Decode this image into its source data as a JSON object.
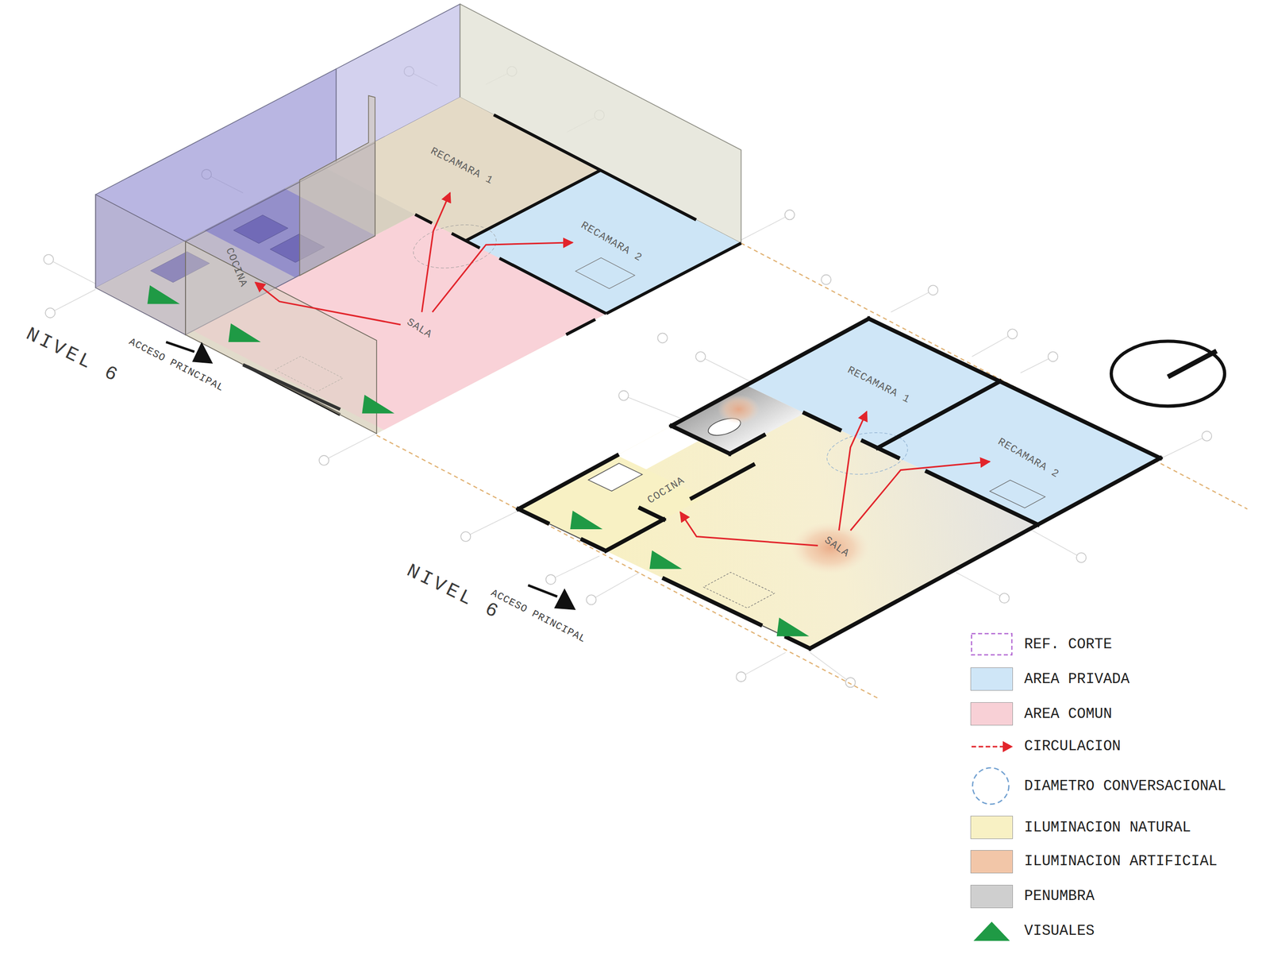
{
  "diagram": {
    "nodes": [
      {
        "text": [
          "RECAMARA 1"
        ]
      },
      {
        "text": [
          "RECAMARA 2"
        ]
      },
      {
        "text": [
          "COCINA"
        ]
      },
      {
        "text": [
          "SALA"
        ]
      },
      {
        "text": [
          "RECAMARA 1"
        ]
      },
      {
        "text": [
          "RECAMARA 2"
        ]
      },
      {
        "text": [
          "COCINA"
        ]
      },
      {
        "text": [
          "SALA"
        ]
      }
    ],
    "edges": [
      {
        "from": 3,
        "to": 2,
        "arrow": "to"
      },
      {
        "from": 3,
        "to": 0,
        "arrow": "to"
      },
      {
        "from": 3,
        "to": 1,
        "arrow": "to"
      },
      {
        "from": 7,
        "to": 6,
        "arrow": "to"
      },
      {
        "from": 7,
        "to": 4,
        "arrow": "to"
      },
      {
        "from": 7,
        "to": 5,
        "arrow": "to"
      }
    ],
    "labels": [
      "NIVEL 6",
      "ACCESO PRINCIPAL",
      "NIVEL 6",
      "ACCESO PRINCIPAL"
    ],
    "legend": [
      {
        "text": "REF. CORTE"
      },
      {
        "text": "AREA PRIVADA",
        "color": "#cfe6f7"
      },
      {
        "text": "AREA COMUN",
        "color": "#f8d0d6"
      },
      {
        "text": "CIRCULACION"
      },
      {
        "text": "DIAMETRO CONVERSACIONAL"
      },
      {
        "text": "ILUMINACION NATURAL",
        "color": "#f8f1c4"
      },
      {
        "text": "ILUMINACION ARTIFICIAL",
        "color": "#f2c6a8"
      },
      {
        "text": "PENUMBRA",
        "color": "#cfcfcf"
      },
      {
        "text": "VISUALES"
      }
    ]
  }
}
